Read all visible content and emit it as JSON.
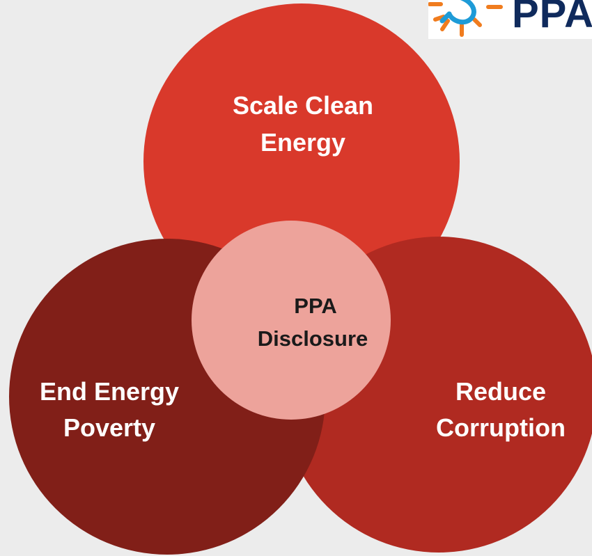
{
  "diagram": {
    "top_circle": {
      "line1": "Scale Clean",
      "line2": "Energy"
    },
    "left_circle": {
      "line1": "End Energy",
      "line2": "Poverty"
    },
    "right_circle": {
      "line1": "Reduce",
      "line2": "Corruption"
    },
    "center_circle": {
      "line1": "PPA",
      "line2": "Disclosure"
    }
  },
  "logo": {
    "text": "PPA",
    "icon": "sun-plug-icon"
  },
  "colors": {
    "background": "#ececec",
    "top_circle": "#d9392b",
    "left_circle": "#811f18",
    "right_circle": "#b02a21",
    "center_circle": "#eda39b",
    "logo_text": "#0f2a5c",
    "logo_orange": "#f07c1e",
    "logo_blue": "#1e9bd7"
  }
}
